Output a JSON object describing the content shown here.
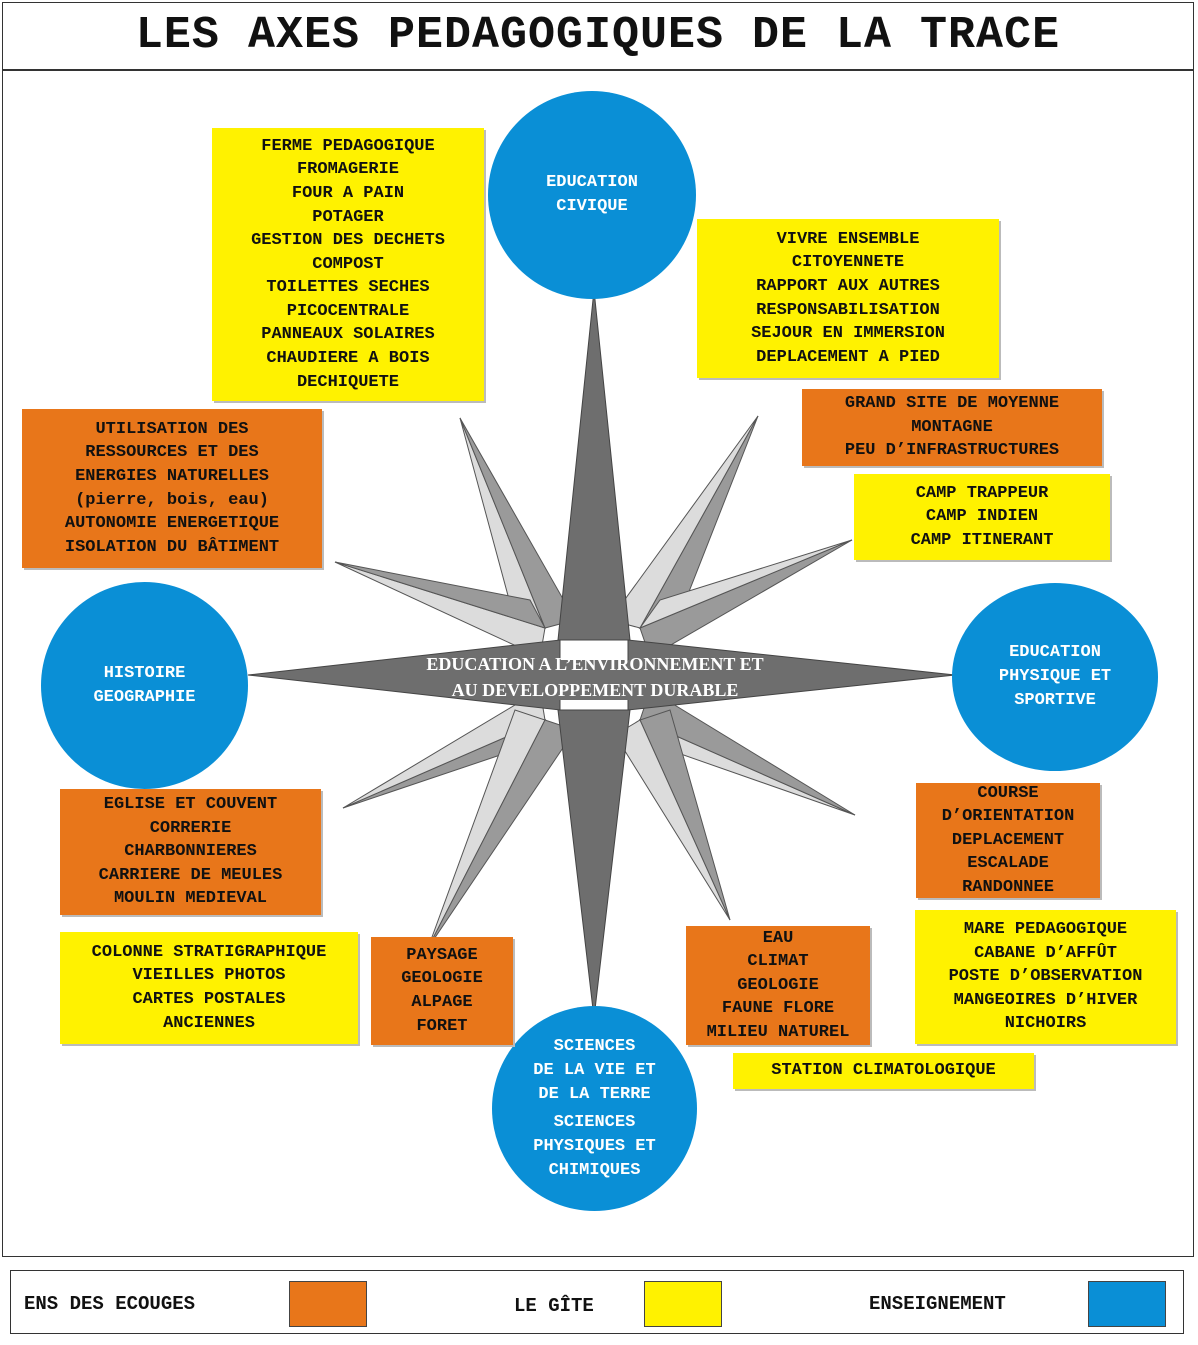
{
  "title": "LES AXES PEDAGOGIQUES DE LA TRACE",
  "center": [
    "EDUCATION A L’ENVIRONNEMENT ET",
    "AU DEVELOPPEMENT DURABLE"
  ],
  "circles": {
    "civique": [
      "EDUCATION",
      "CIVIQUE"
    ],
    "histoire": [
      "HISTOIRE",
      "GEOGRAPHIE"
    ],
    "physique": [
      "EDUCATION",
      "PHYSIQUE ET",
      "SPORTIVE"
    ],
    "sciences": [
      "SCIENCES",
      "DE LA VIE ET",
      "DE LA TERRE",
      "SCIENCES",
      "PHYSIQUES ET",
      "CHIMIQUES"
    ]
  },
  "boxes": {
    "ferme": [
      "FERME PEDAGOGIQUE",
      "FROMAGERIE",
      "FOUR A PAIN",
      "POTAGER",
      "GESTION DES DECHETS",
      "COMPOST",
      "TOILETTES SECHES",
      "PICOCENTRALE",
      "PANNEAUX SOLAIRES",
      "CHAUDIERE A BOIS",
      "DECHIQUETE"
    ],
    "vivre": [
      "VIVRE ENSEMBLE",
      "CITOYENNETE",
      "RAPPORT AUX AUTRES",
      "RESPONSABILISATION",
      "SEJOUR EN IMMERSION",
      "DEPLACEMENT A PIED"
    ],
    "grand_site": [
      "GRAND SITE DE MOYENNE",
      "MONTAGNE",
      "PEU D’INFRASTRUCTURES"
    ],
    "camp": [
      "CAMP TRAPPEUR",
      "CAMP INDIEN",
      "CAMP ITINERANT"
    ],
    "utilisation": [
      "UTILISATION DES",
      "RESSOURCES ET DES",
      "ENERGIES NATURELLES",
      "(pierre, bois, eau)",
      "AUTONOMIE ENERGETIQUE",
      "ISOLATION DU BÂTIMENT"
    ],
    "eglise": [
      "EGLISE ET COUVENT",
      "CORRERIE",
      "CHARBONNIERES",
      "CARRIERE DE MEULES",
      "MOULIN MEDIEVAL"
    ],
    "colonne": [
      "COLONNE STRATIGRAPHIQUE",
      "VIEILLES PHOTOS",
      "CARTES POSTALES",
      "ANCIENNES"
    ],
    "paysage": [
      "PAYSAGE",
      "GEOLOGIE",
      "ALPAGE",
      "FORET"
    ],
    "eau": [
      "EAU",
      "CLIMAT",
      "GEOLOGIE",
      "FAUNE FLORE",
      "MILIEU NATUREL"
    ],
    "course": [
      "COURSE",
      "D’ORIENTATION",
      "DEPLACEMENT",
      "ESCALADE",
      "RANDONNEE"
    ],
    "mare": [
      "MARE PEDAGOGIQUE",
      "CABANE D’AFFÛT",
      "POSTE D’OBSERVATION",
      "MANGEOIRES D’HIVER",
      "NICHOIRS"
    ],
    "station": [
      "STATION CLIMATOLOGIQUE"
    ]
  },
  "legend": {
    "ens": "ENS DES ECOUGES",
    "gite": "LE GÎTE",
    "enseignement": "ENSEIGNEMENT"
  },
  "colors": {
    "blue": "#0a8fd6",
    "orange": "#e8761a",
    "yellow": "#fff200",
    "star_dark": "#6e6e6e",
    "star_mid": "#9a9a9a",
    "star_light": "#dcdcdc"
  }
}
